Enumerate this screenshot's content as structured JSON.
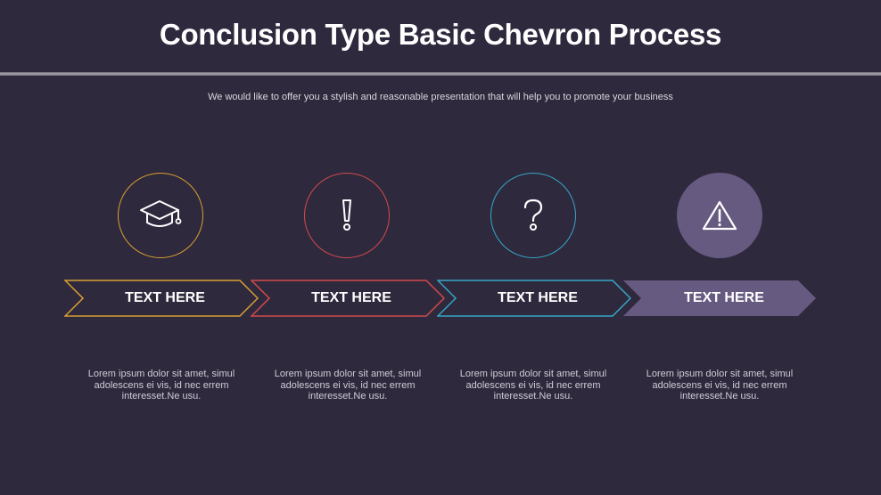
{
  "slide": {
    "title": "Conclusion Type Basic Chevron Process",
    "subtitle": "We would like to offer you a stylish and reasonable presentation that will help you to promote your business"
  },
  "colors": {
    "background": "#2f293d",
    "step1": "#d9a032",
    "step2": "#d24b4b",
    "step3": "#35a8c8",
    "step4": "#665a80"
  },
  "steps": [
    {
      "icon": "graduation-cap-icon",
      "label": "TEXT HERE",
      "description": "Lorem ipsum dolor sit amet, simul adolescens ei vis, id nec errem interesset.Ne usu.",
      "style": "outline"
    },
    {
      "icon": "exclamation-icon",
      "label": "TEXT HERE",
      "description": "Lorem ipsum dolor sit amet, simul adolescens ei vis, id nec errem interesset.Ne usu.",
      "style": "outline"
    },
    {
      "icon": "question-mark-icon",
      "label": "TEXT HERE",
      "description": "Lorem ipsum dolor sit amet, simul adolescens ei vis, id nec errem interesset.Ne usu.",
      "style": "outline"
    },
    {
      "icon": "warning-triangle-icon",
      "label": "TEXT HERE",
      "description": "Lorem ipsum dolor sit amet, simul adolescens ei vis, id nec errem interesset.Ne usu.",
      "style": "filled"
    }
  ]
}
